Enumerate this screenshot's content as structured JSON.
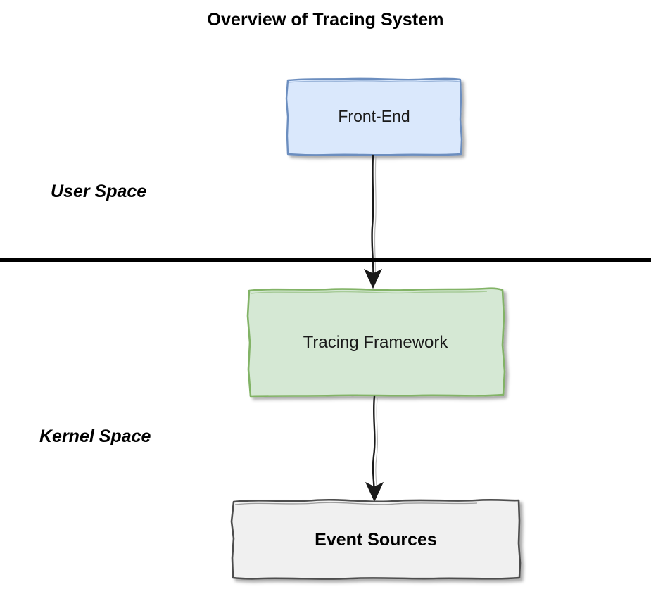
{
  "diagram": {
    "title": "Overview of Tracing System",
    "style": "hand-drawn sketch",
    "page_background": "#ffffff",
    "regions": [
      {
        "name": "user-space",
        "label": "User Space"
      },
      {
        "name": "kernel-space",
        "label": "Kernel Space"
      }
    ],
    "divider": {
      "name": "user-kernel-boundary",
      "color": "#000000",
      "orientation": "horizontal"
    },
    "nodes": [
      {
        "id": "front-end",
        "label": "Front-End",
        "region": "user-space",
        "fill": "#dae8fc",
        "stroke": "#6c8ebf",
        "text_color": "#1a1a1a",
        "bold": false
      },
      {
        "id": "tracing-framework",
        "label": "Tracing Framework",
        "region": "kernel-space",
        "fill": "#d5e8d4",
        "stroke": "#82b366",
        "text_color": "#1a1a1a",
        "bold": false
      },
      {
        "id": "event-sources",
        "label": "Event Sources",
        "region": "kernel-space",
        "fill": "#f0f0f0",
        "stroke": "#4d4d4d",
        "text_color": "#000000",
        "bold": true
      }
    ],
    "edges": [
      {
        "id": "front-end-to-tracing-framework",
        "from": "front-end",
        "to": "tracing-framework",
        "label": "",
        "arrowhead": "filled-triangle",
        "color": "#1a1a1a"
      },
      {
        "id": "tracing-framework-to-event-sources",
        "from": "tracing-framework",
        "to": "event-sources",
        "label": "",
        "arrowhead": "filled-triangle",
        "color": "#1a1a1a"
      }
    ]
  }
}
